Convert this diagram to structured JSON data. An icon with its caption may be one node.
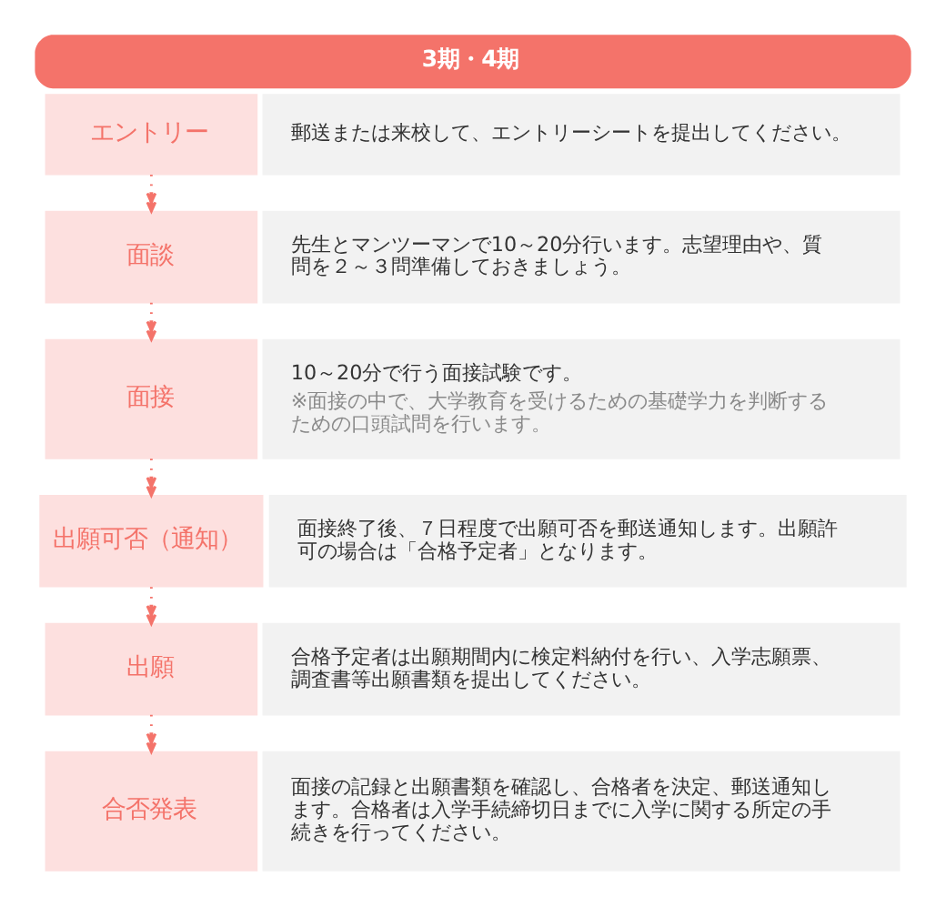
{
  "diagram": {
    "title": "3期・4期",
    "nodes": [
      {
        "text": [
          "エントリー"
        ]
      },
      {
        "text": [
          "郵送または来校して、エントリーシートを提出してください。"
        ]
      },
      {
        "text": [
          "面談"
        ]
      },
      {
        "text": [
          "先生とマンツーマンで10～20分行います。志望理由や、質問を２～３問準備しておきましょう。"
        ]
      },
      {
        "text": [
          "面接"
        ]
      },
      {
        "text": [
          "10～20分で行う面接試験です。",
          "※面接の中で、大学教育を受けるための基礎学力を判断するための口頭試問を行います。"
        ]
      },
      {
        "text": [
          "出願可否（通知）"
        ]
      },
      {
        "text": [
          "面接終了後、７日程度で出願可否を郵送通知します。出願許可の場合は「合格予定者」となります。"
        ]
      },
      {
        "text": [
          "出願"
        ]
      },
      {
        "text": [
          "合格予定者は出願期間内に検定料納付を行い、入学志願票、調査書等出願書類を提出してください。"
        ]
      },
      {
        "text": [
          "合否発表"
        ]
      },
      {
        "text": [
          "面接の記録と出願書類を確認し、合格者を決定、郵送通知します。合格者は入学手続締切日までに入学に関する所定の手続きを行ってください。"
        ]
      }
    ],
    "edges": [
      {
        "from": 0,
        "to": 2,
        "arrow": "to"
      },
      {
        "from": 2,
        "to": 4,
        "arrow": "to"
      },
      {
        "from": 4,
        "to": 6,
        "arrow": "to"
      },
      {
        "from": 6,
        "to": 8,
        "arrow": "to"
      },
      {
        "from": 8,
        "to": 10,
        "arrow": "to"
      }
    ]
  }
}
